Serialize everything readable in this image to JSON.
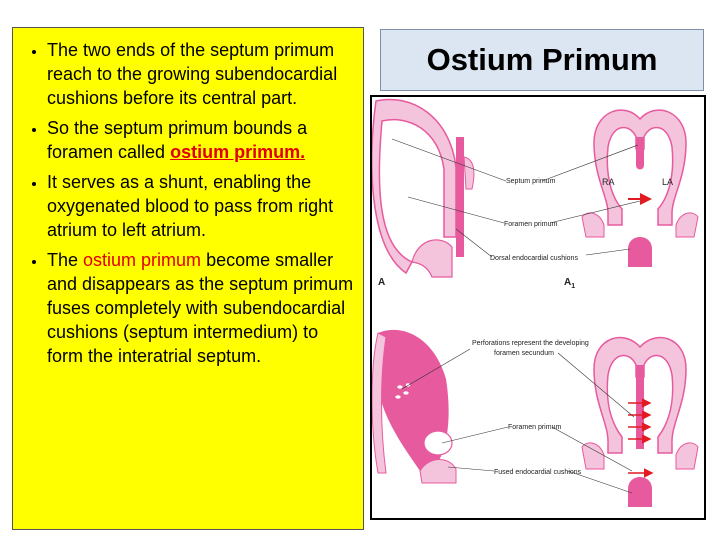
{
  "slide": {
    "title": "Ostium Primum",
    "bullets": [
      {
        "parts": [
          "The two ends of the septum primum  reach to the growing subendocardial cushions before its central part."
        ]
      },
      {
        "parts": [
          "So the septum primum bounds a foramen called ",
          "ostium primum."
        ]
      },
      {
        "parts": [
          "It serves as a shunt, enabling the oxygenated blood to pass from right atrium to left atrium."
        ]
      },
      {
        "parts": [
          "The ",
          "ostium primum",
          " become smaller and disappears as the septum primum fuses completely with subendocardial cushions (septum intermedium) to form the interatrial septum."
        ]
      }
    ]
  },
  "figure": {
    "panel_a_letter": "A",
    "panel_a1_letter": "A",
    "panel_a1_sub": "1",
    "top_labels": {
      "septum_primum": "Septum primum",
      "foramen_primum": "Foramen primum",
      "dorsal_cushions": "Dorsal endocardial cushions",
      "ra": "RA",
      "la": "LA"
    },
    "bottom_labels": {
      "perforations_line1": "Perforations represent the developing",
      "perforations_line2": "foramen secundum",
      "foramen_primum": "Foramen primum",
      "fused_cushions": "Fused endocardial cushions"
    },
    "colors": {
      "tissue": "#e75a9e",
      "tissue_light": "#f4c4dc",
      "arrow": "#e21b23"
    }
  }
}
